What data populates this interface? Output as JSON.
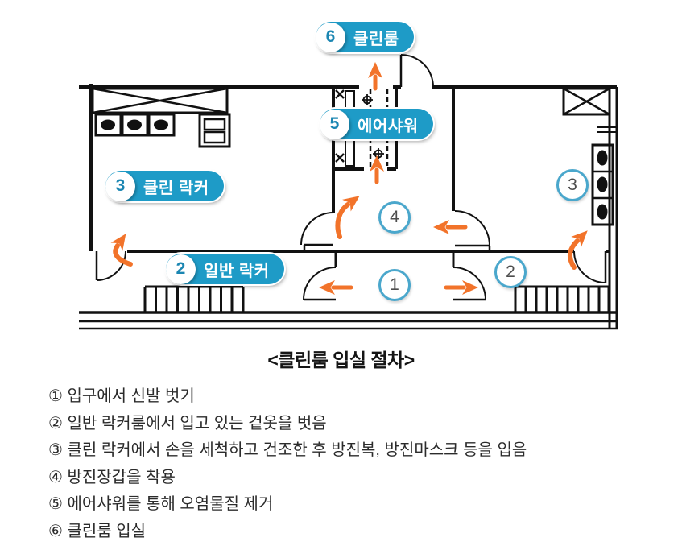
{
  "diagram": {
    "pills": {
      "cleanroom": {
        "num": "6",
        "label": "클린룸"
      },
      "air_shower": {
        "num": "5",
        "label": "에어샤워"
      },
      "clean_locker": {
        "num": "3",
        "label": "클린 락커"
      },
      "general_locker": {
        "num": "2",
        "label": "일반 락커"
      }
    },
    "markers": {
      "m1": "1",
      "m2": "2",
      "m3": "3",
      "m4": "4"
    },
    "colors": {
      "pill_blue": "#1E9BC7",
      "marker_border": "#4AA7CC",
      "arrow_orange": "#F2732A",
      "wall_black": "#111111"
    }
  },
  "title": "<클린룸 입실 절차>",
  "steps": [
    {
      "text": "① 입구에서 신발 벗기"
    },
    {
      "text": "② 일반 락커룸에서 입고 있는 겉옷을 벗음"
    },
    {
      "text": "③ 클린 락커에서 손을 세척하고 건조한 후 방진복, 방진마스크 등을 입음"
    },
    {
      "text": "④ 방진장갑을 착용"
    },
    {
      "text": "⑤ 에어샤워를 통해 오염물질 제거"
    },
    {
      "text": "⑥ 클린룸 입실"
    }
  ]
}
